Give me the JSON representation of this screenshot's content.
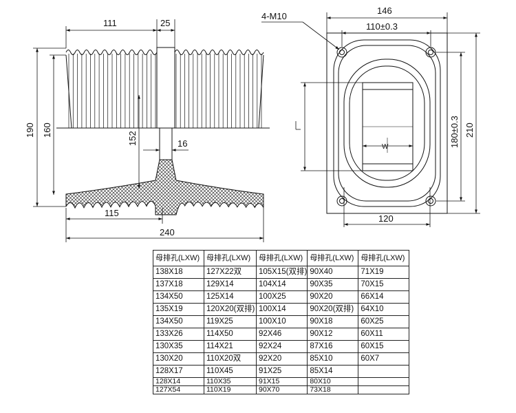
{
  "side_view": {
    "dims": {
      "top_left": "111",
      "top_gap": "25",
      "height_total": "190",
      "height_inner": "160",
      "stem": "152",
      "stem_width": "16",
      "base_half": "115",
      "total_width": "240"
    }
  },
  "top_view": {
    "bolt_label": "4-M10",
    "dims": {
      "outer_width": "146",
      "bolt_spacing": "110±0.3",
      "vertical_spacing": "180±0.3",
      "outer_height": "210",
      "inner_width": "120"
    },
    "labels": {
      "l": "L",
      "w": "W"
    }
  },
  "table": {
    "headers": [
      "母排孔(LXW)",
      "母排孔(LXW)",
      "母排孔(LXW)",
      "母排孔(LXW)",
      "母排孔(LXW)"
    ],
    "rows": [
      [
        "138X18",
        "127X22双",
        "105X15(双排)",
        "90X40",
        "71X19"
      ],
      [
        "137X18",
        "129X14",
        "104X14",
        "90X35",
        "70X15"
      ],
      [
        "134X50",
        "125X14",
        "100X25",
        "90X20",
        "66X14"
      ],
      [
        "135X19",
        "120X20(双排)",
        "100X14",
        "90X20(双排)",
        "64X10"
      ],
      [
        "134X50",
        "119X25",
        "100X10",
        "90X18",
        "60X25"
      ],
      [
        "133X26",
        "114X50",
        "92X46",
        "90X12",
        "60X11"
      ],
      [
        "130X35",
        "114X21",
        "92X24",
        "87X16",
        "60X15"
      ],
      [
        "130X20",
        "110X20双",
        "92X20",
        "85X10",
        "60X7"
      ],
      [
        "128X17",
        "110X45",
        "91X25",
        "85X14",
        ""
      ],
      [
        "128X14",
        "110X35",
        "91X15",
        "80X10",
        ""
      ],
      [
        "127X54",
        "110X19",
        "90X70",
        "73X18",
        ""
      ]
    ]
  }
}
